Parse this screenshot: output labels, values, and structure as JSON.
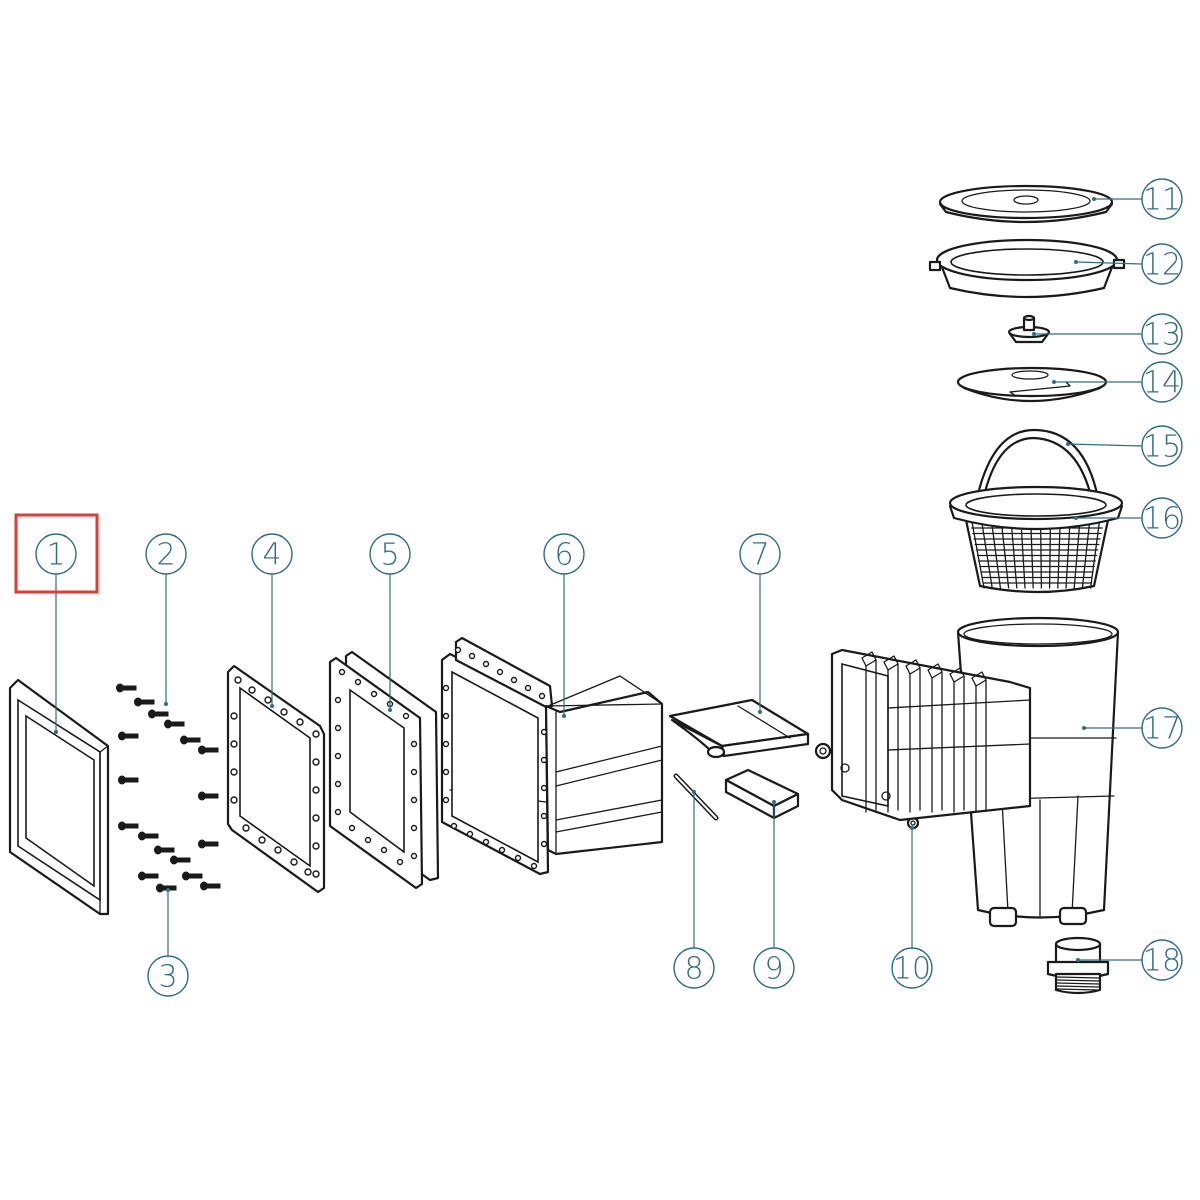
{
  "diagram": {
    "highlighted_callout": "1",
    "callouts": [
      "1",
      "2",
      "3",
      "4",
      "5",
      "6",
      "7",
      "8",
      "9",
      "10",
      "11",
      "12",
      "13",
      "14",
      "15",
      "16",
      "17",
      "18"
    ]
  },
  "colors": {
    "line": "#1a1a1a",
    "callout": "#2f6e82",
    "highlight": "#e53935",
    "background": "#ffffff"
  }
}
